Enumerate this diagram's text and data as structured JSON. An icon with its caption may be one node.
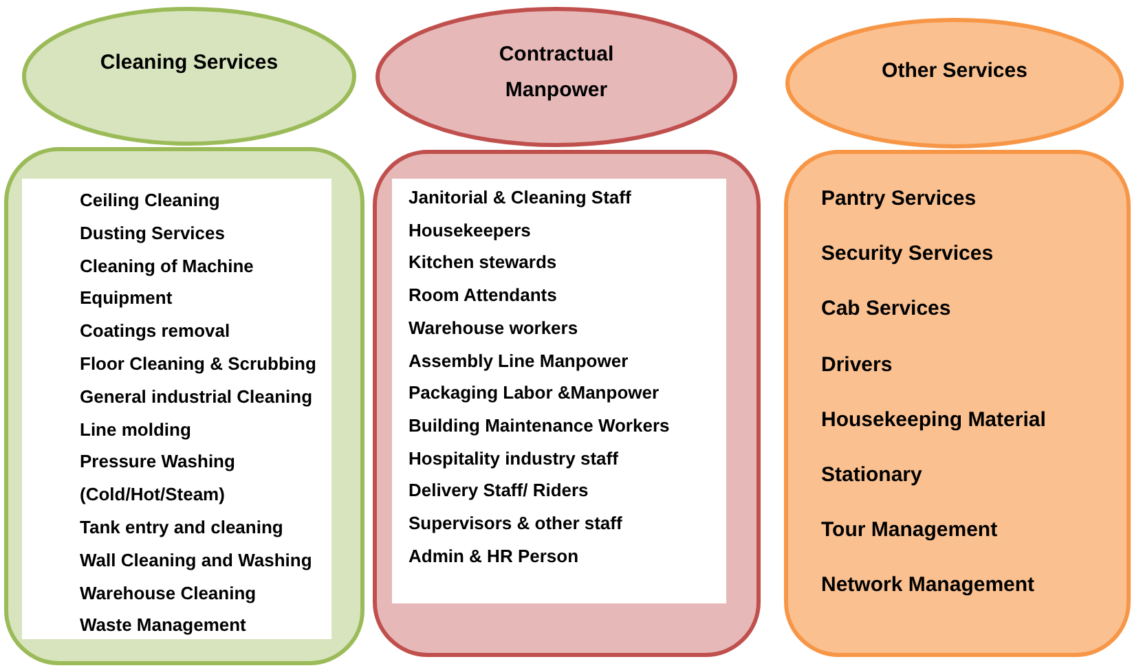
{
  "diagram": {
    "nodes": [
      {
        "text": [
          "Cleaning Services"
        ]
      },
      {
        "text": [],
        "shape": "box"
      },
      {
        "text": [
          "Ceiling Cleaning",
          "Dusting Services",
          "Cleaning of Machine Equipment",
          "Coatings removal",
          "Floor Cleaning & Scrubbing",
          "General industrial Cleaning",
          "Line molding",
          "Pressure Washing (Cold/Hot/Steam)",
          "Tank entry and cleaning",
          "Wall Cleaning and Washing",
          "Warehouse Cleaning",
          "Waste Management"
        ],
        "in": 1
      },
      {
        "text": [
          "Contractual Manpower"
        ]
      },
      {
        "text": [],
        "shape": "box"
      },
      {
        "text": [
          "Janitorial & Cleaning Staff",
          "Housekeepers",
          "Kitchen stewards",
          "Room Attendants",
          "Warehouse workers",
          "Assembly Line Manpower",
          "Packaging Labor &Manpower",
          "Building Maintenance Workers",
          "Hospitality industry staff",
          "Delivery Staff/ Riders",
          "Supervisors & other staff",
          "Admin & HR Person"
        ],
        "in": 4
      },
      {
        "text": [
          "Other Services"
        ]
      },
      {
        "text": [
          "Pantry Services",
          "Security Services",
          "Cab Services",
          "Drivers",
          "Housekeeping Material",
          "Stationary",
          "Tour Management",
          "Network Management"
        ]
      }
    ]
  }
}
